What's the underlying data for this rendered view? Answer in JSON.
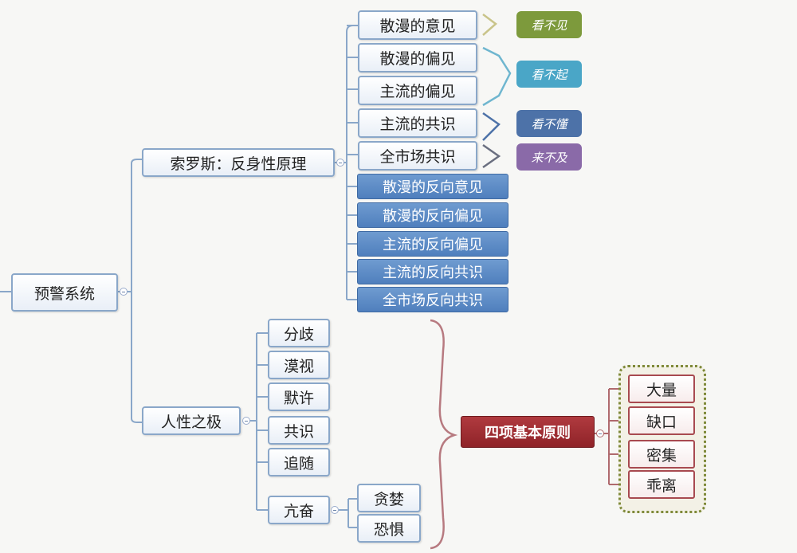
{
  "root": {
    "label": "预警系统"
  },
  "branch_soros": {
    "label": "索罗斯：反身性原理"
  },
  "soros_items": [
    "散漫的意见",
    "散漫的偏见",
    "主流的偏见",
    "主流的共识",
    "全市场共识"
  ],
  "soros_reverse_items": [
    "散漫的反向意见",
    "散漫的反向偏见",
    "主流的反向偏见",
    "主流的反向共识",
    "全市场反向共识"
  ],
  "tags": [
    "看不见",
    "看不起",
    "看不懂",
    "来不及"
  ],
  "branch_human": {
    "label": "人性之极"
  },
  "human_items": [
    "分歧",
    "漠视",
    "默许",
    "共识",
    "追随",
    "亢奋"
  ],
  "excitement_items": [
    "贪婪",
    "恐惧"
  ],
  "principles": {
    "label": "四项基本原则",
    "items": [
      "大量",
      "缺口",
      "密集",
      "乖离"
    ]
  },
  "colors": {
    "node_border": "#8aa7c9",
    "blue_node": "#5a88c4",
    "principle": "#a0292f",
    "tag_green": "#7d9a3c",
    "tag_teal": "#4aa6c7",
    "tag_navy": "#4d72a8",
    "tag_purple": "#8a6aa8"
  }
}
